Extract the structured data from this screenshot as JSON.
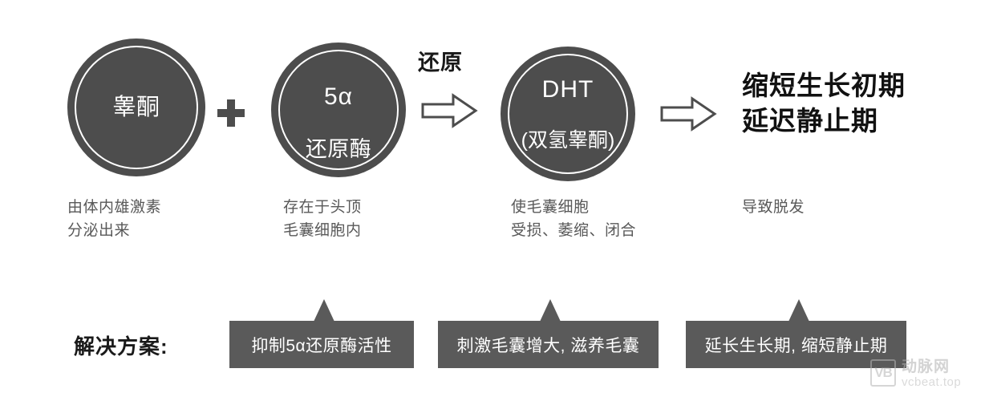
{
  "diagram": {
    "title": "DHT hair loss mechanism flow diagram",
    "background_color": "#ffffff",
    "node_fill_color": "#4d4d4d",
    "box_fill_color": "#5a5a5a",
    "caption_color": "#595959"
  },
  "nodes": [
    {
      "id": "testosterone",
      "label": "睾酮",
      "caption": "由体内雄激素\n分泌出来"
    },
    {
      "id": "five-alpha-reductase",
      "label_top": "5α",
      "label_bottom": "还原酶",
      "caption": "存在于头顶\n毛囊细胞内"
    },
    {
      "id": "dht",
      "label_top": "DHT",
      "label_bottom": "(双氢睾酮)",
      "caption": "使毛囊细胞\n受损、萎缩、闭合"
    }
  ],
  "connectors": {
    "plus": "+",
    "arrow_1_label": "还原",
    "arrow_icon": "arrow-right-outline"
  },
  "outcome": {
    "text": "缩短生长初期\n延迟静止期",
    "caption": "导致脱发"
  },
  "solution": {
    "label": "解决方案:",
    "boxes": [
      {
        "text": "抑制5α还原酶活性"
      },
      {
        "text": "刺激毛囊增大, 滋养毛囊"
      },
      {
        "text": "延长生长期, 缩短静止期"
      }
    ]
  },
  "watermark": {
    "logo_text": "VB",
    "brand_cn": "动脉网",
    "url": "vcbeat.top"
  }
}
